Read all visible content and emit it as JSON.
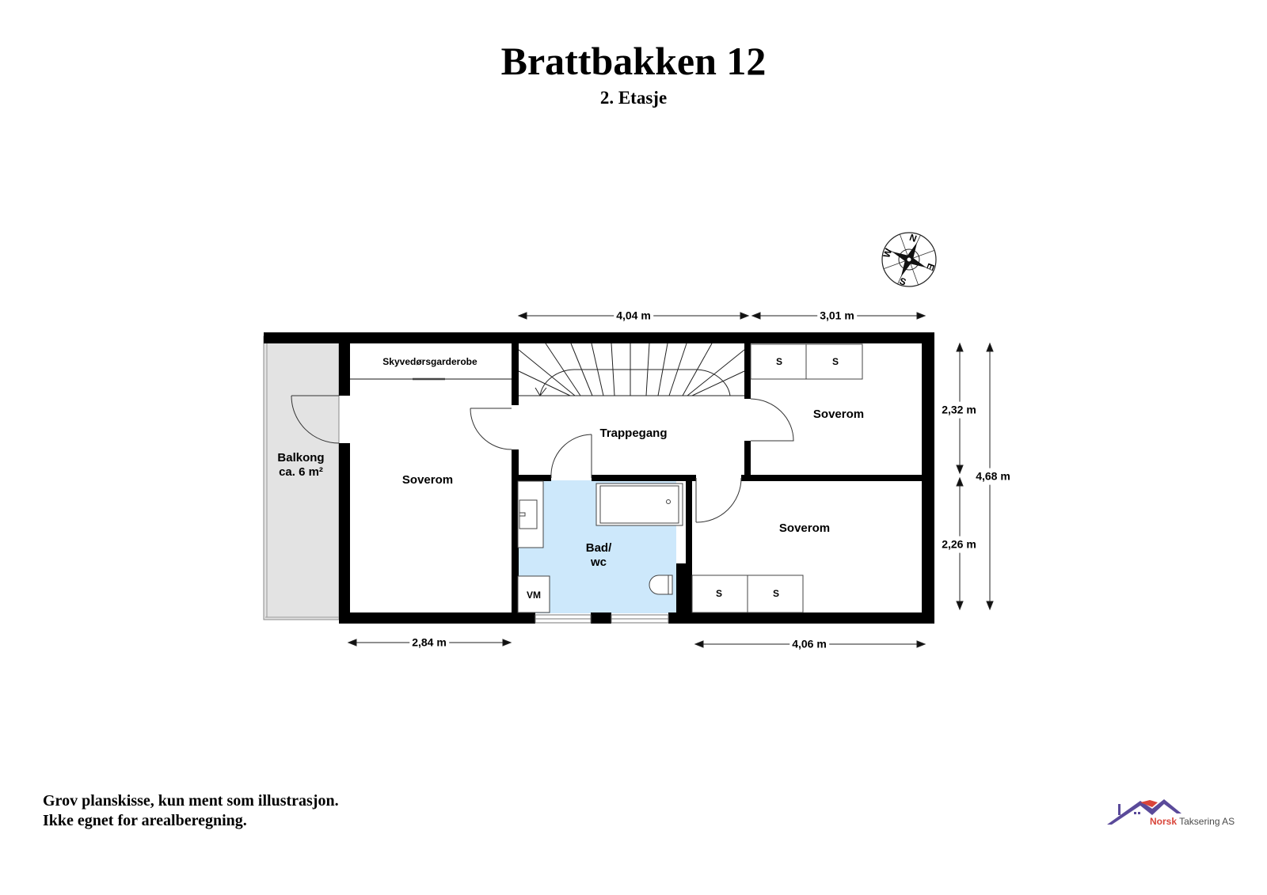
{
  "header": {
    "title": "Brattbakken 12",
    "subtitle": "2. Etasje"
  },
  "rooms": {
    "balcony": {
      "name": "Balkong",
      "area": "ca. 6 m²",
      "fill": "#e3e3e3"
    },
    "bedroom_left": {
      "name": "Soverom"
    },
    "wardrobe": {
      "name": "Skyvedørsgarderobe"
    },
    "stair_hall": {
      "name": "Trappegang"
    },
    "bathroom": {
      "name_line1": "Bad/",
      "name_line2": "wc",
      "fill": "#cde8fb"
    },
    "washing_machine": {
      "name": "VM"
    },
    "bedroom_top_right": {
      "name": "Soverom"
    },
    "bedroom_bottom_right": {
      "name": "Soverom"
    },
    "closets": [
      "S",
      "S",
      "S",
      "S"
    ]
  },
  "dimensions": {
    "top_center": "4,04 m",
    "top_right": "3,01 m",
    "right_upper": "2,32 m",
    "right_lower": "2,26 m",
    "right_total": "4,68 m",
    "bottom_left": "2,84 m",
    "bottom_right": "4,06 m"
  },
  "compass": {
    "n": "N",
    "e": "E",
    "s": "S",
    "w": "W"
  },
  "footer": {
    "disclaimer_line1": "Grov planskisse, kun ment som illustrasjon.",
    "disclaimer_line2": "Ikke egnet for arealberegning.",
    "logo_brand": "Norsk",
    "logo_rest": " Taksering AS"
  },
  "colors": {
    "wall": "#000000",
    "bathroom": "#cde8fb",
    "balcony": "#e3e3e3",
    "logo_purple": "#5a4a9a",
    "logo_red": "#d9453a"
  }
}
